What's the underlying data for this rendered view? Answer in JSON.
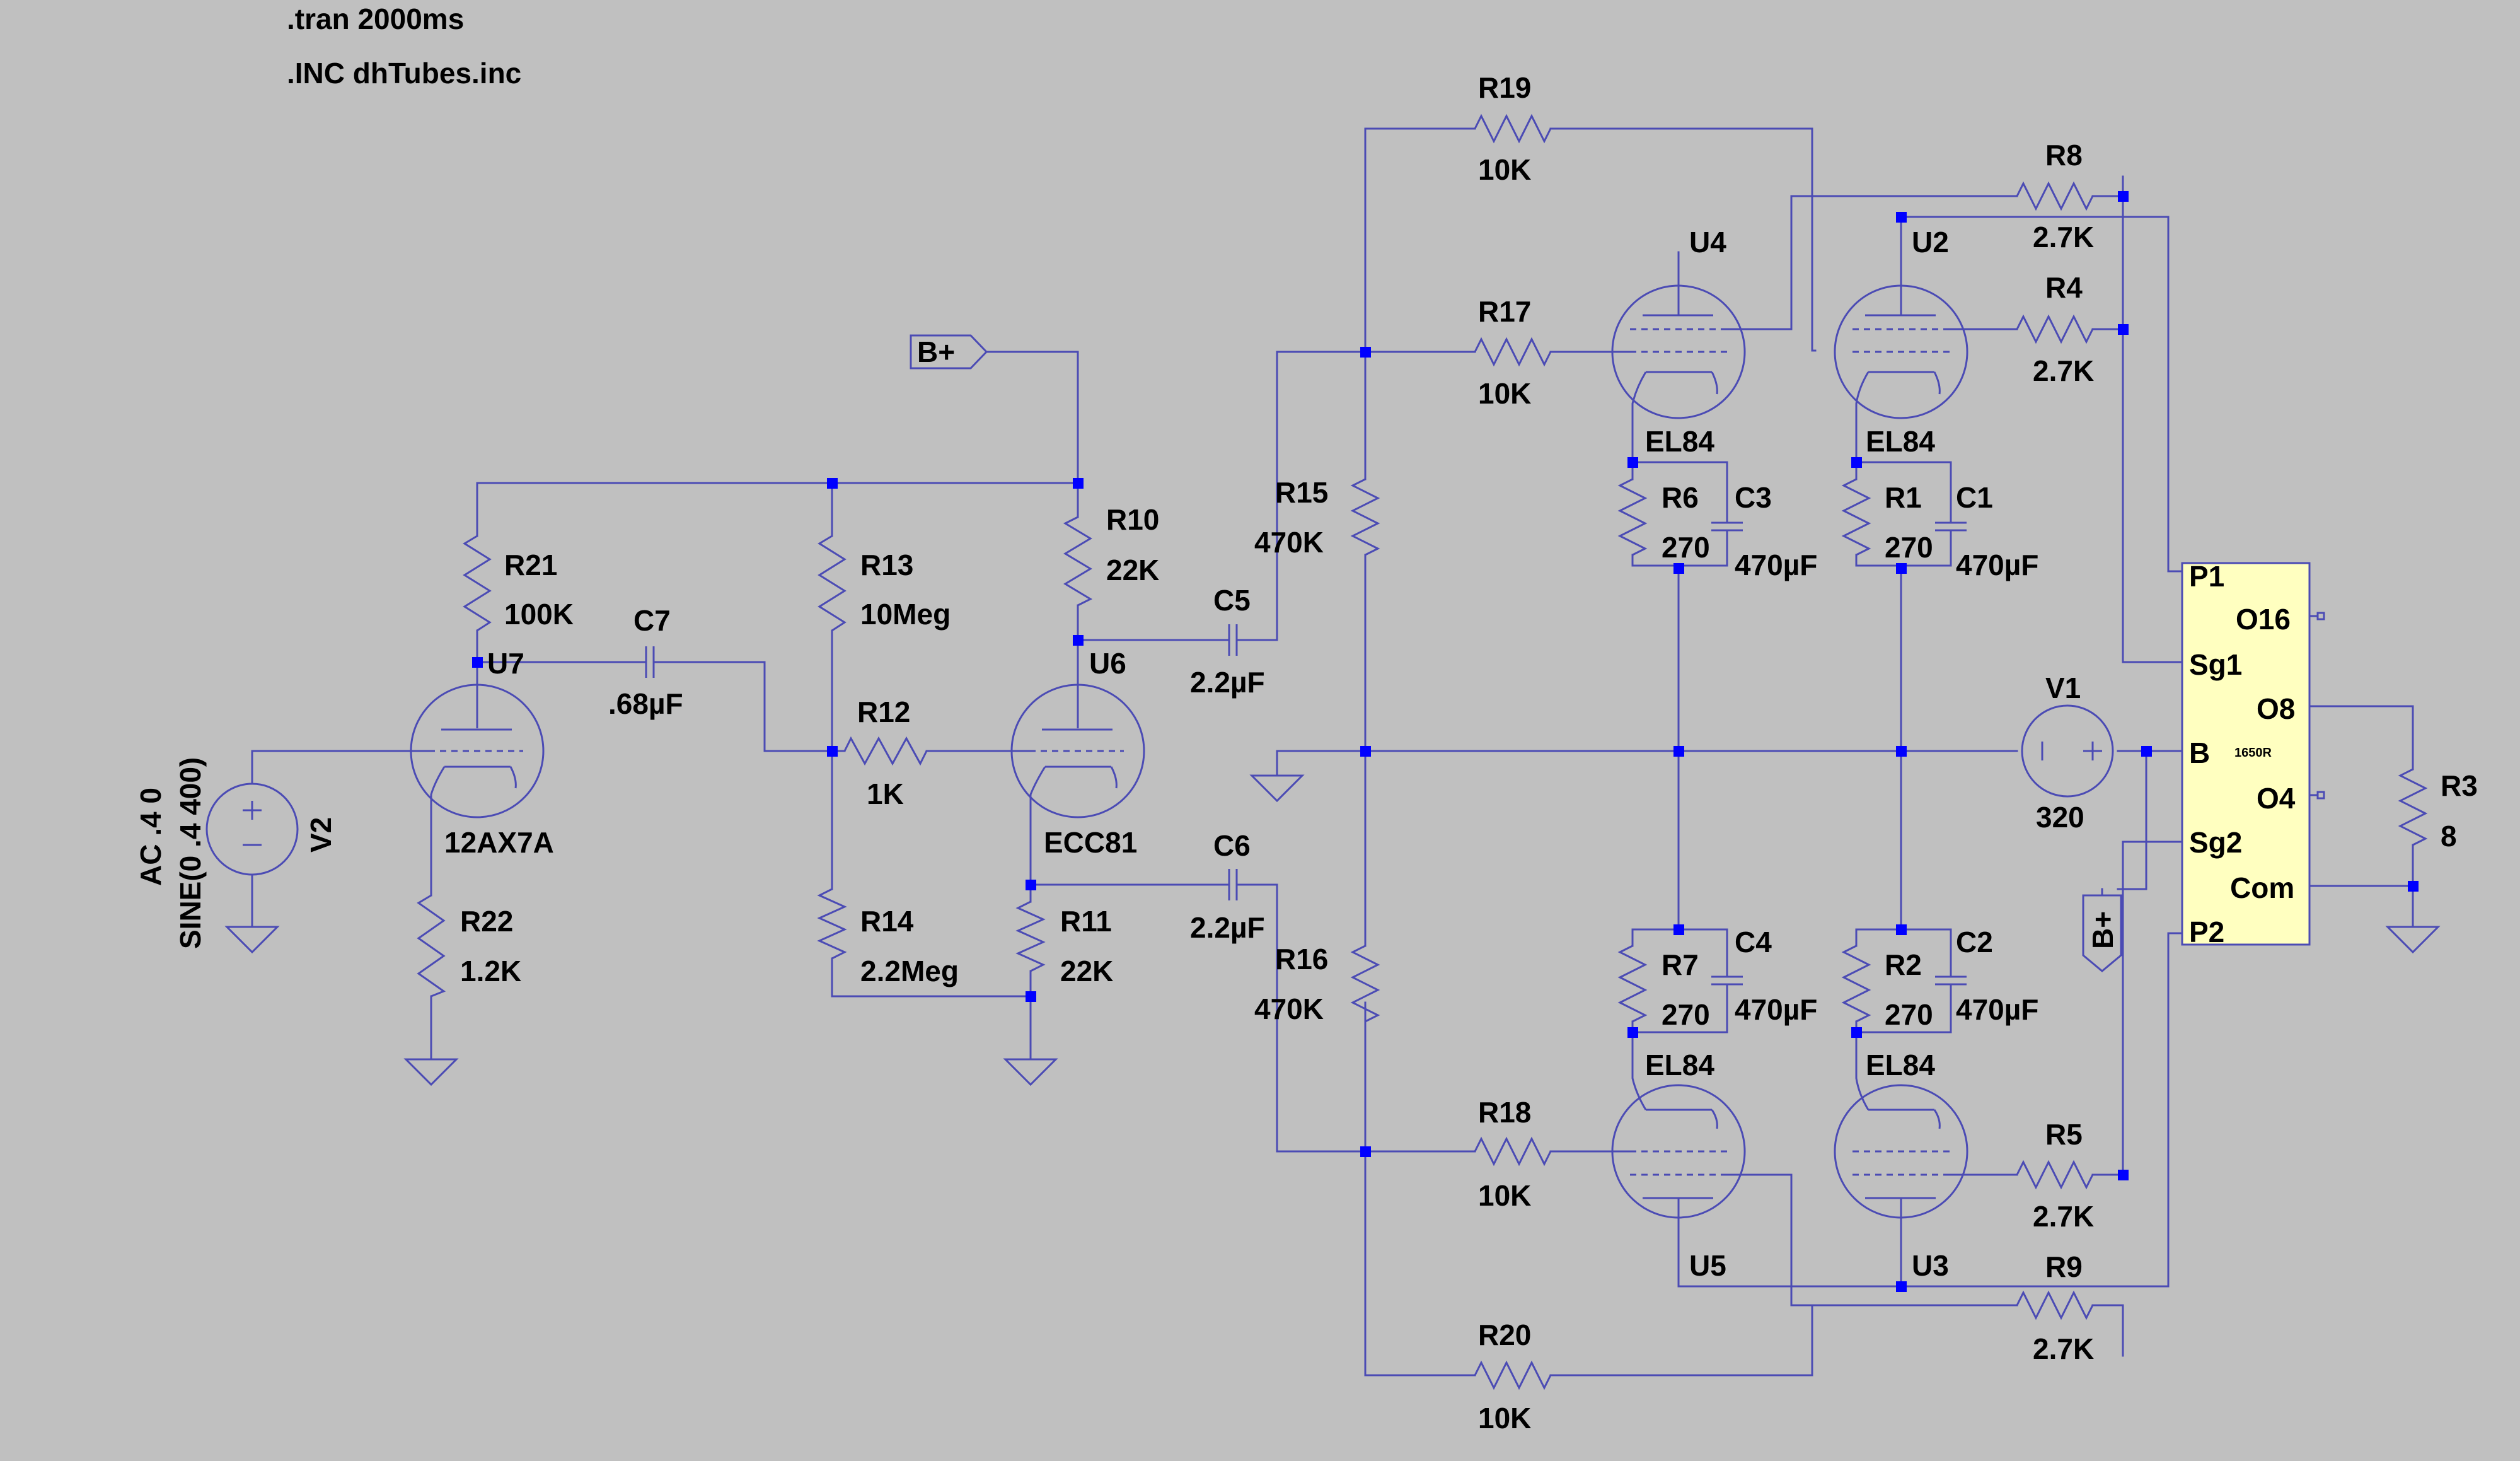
{
  "directives": [
    ".tran 2000ms",
    ".INC dhTubes.inc"
  ],
  "net_labels": {
    "bplus": "B+"
  },
  "resistors": [
    {
      "name": "R19",
      "value": "10K"
    },
    {
      "name": "R17",
      "value": "10K"
    },
    {
      "name": "R18",
      "value": "10K"
    },
    {
      "name": "R20",
      "value": "10K"
    },
    {
      "name": "R15",
      "value": "470K"
    },
    {
      "name": "R16",
      "value": "470K"
    },
    {
      "name": "R21",
      "value": "100K"
    },
    {
      "name": "R22",
      "value": "1.2K"
    },
    {
      "name": "R13",
      "value": "10Meg"
    },
    {
      "name": "R14",
      "value": "2.2Meg"
    },
    {
      "name": "R12",
      "value": "1K"
    },
    {
      "name": "R10",
      "value": "22K"
    },
    {
      "name": "R11",
      "value": "22K"
    },
    {
      "name": "R6",
      "value": "270"
    },
    {
      "name": "R1",
      "value": "270"
    },
    {
      "name": "R7",
      "value": "270"
    },
    {
      "name": "R2",
      "value": "270"
    },
    {
      "name": "R8",
      "value": "2.7K"
    },
    {
      "name": "R4",
      "value": "2.7K"
    },
    {
      "name": "R5",
      "value": "2.7K"
    },
    {
      "name": "R9",
      "value": "2.7K"
    },
    {
      "name": "R3",
      "value": "8"
    }
  ],
  "capacitors": [
    {
      "name": "C7",
      "value": ".68µF"
    },
    {
      "name": "C5",
      "value": "2.2µF"
    },
    {
      "name": "C6",
      "value": "2.2µF"
    },
    {
      "name": "C3",
      "value": "470µF"
    },
    {
      "name": "C1",
      "value": "470µF"
    },
    {
      "name": "C4",
      "value": "470µF"
    },
    {
      "name": "C2",
      "value": "470µF"
    }
  ],
  "tubes": [
    {
      "name": "U7",
      "model": "12AX7A"
    },
    {
      "name": "U6",
      "model": "ECC81"
    },
    {
      "name": "U4",
      "model": "EL84"
    },
    {
      "name": "U2",
      "model": "EL84"
    },
    {
      "name": "U5",
      "model": "EL84"
    },
    {
      "name": "U3",
      "model": "EL84"
    }
  ],
  "sources": [
    {
      "name": "V2",
      "line1": "AC .4 0",
      "line2": "SINE(0 .4 400)"
    },
    {
      "name": "V1",
      "value": "320"
    }
  ],
  "transformer": {
    "model": "1650R",
    "pins": [
      "P1",
      "O16",
      "Sg1",
      "O8",
      "B",
      "O4",
      "Sg2",
      "Com",
      "P2"
    ]
  }
}
